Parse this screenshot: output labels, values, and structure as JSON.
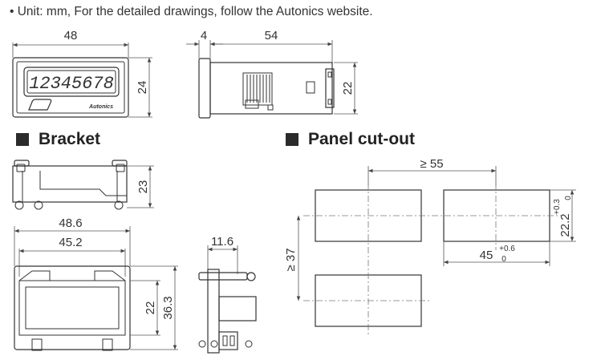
{
  "note": "• Unit: mm, For the detailed drawings, follow the Autonics website.",
  "front_view": {
    "width": "48",
    "height": "24",
    "display": "12345678",
    "brand": "Autonics"
  },
  "side_view": {
    "bezel": "4",
    "depth": "54",
    "height": "22"
  },
  "bracket": {
    "title": "Bracket",
    "side_height": "23",
    "outer_width": "48.6",
    "inner_width": "45.2",
    "inner_height": "22",
    "outer_height": "36.3",
    "profile_width": "11.6"
  },
  "panel_cutout": {
    "title": "Panel cut-out",
    "pitch_h": "≥ 55",
    "pitch_v": "≥ 37",
    "cut_height": "22.2",
    "cut_height_tol_plus": "+0.3",
    "cut_height_tol_minus": "0",
    "cut_width": "45",
    "cut_width_tol_plus": "+0.6",
    "cut_width_tol_minus": "0"
  }
}
